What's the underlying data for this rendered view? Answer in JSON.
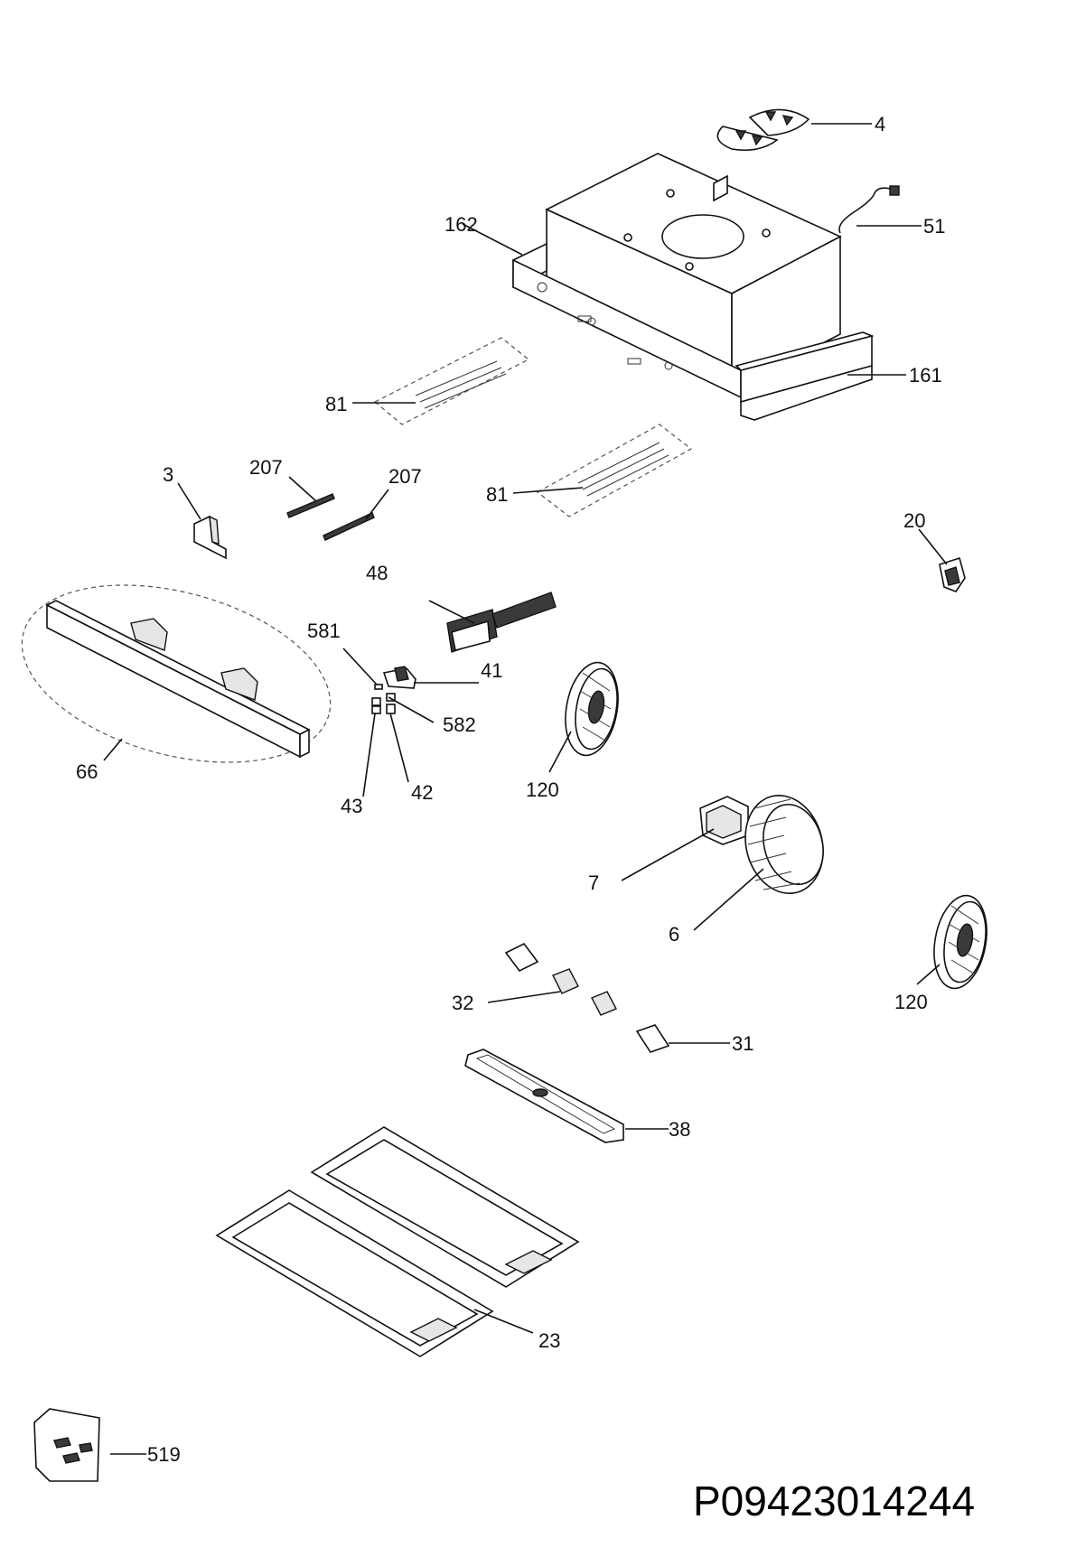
{
  "document_code": "P09423014244",
  "parts": [
    {
      "id": "p4",
      "label": "4"
    },
    {
      "id": "p51",
      "label": "51"
    },
    {
      "id": "p162",
      "label": "162"
    },
    {
      "id": "p161",
      "label": "161"
    },
    {
      "id": "p81a",
      "label": "81"
    },
    {
      "id": "p81b",
      "label": "81"
    },
    {
      "id": "p3",
      "label": "3"
    },
    {
      "id": "p207a",
      "label": "207"
    },
    {
      "id": "p207b",
      "label": "207"
    },
    {
      "id": "p20",
      "label": "20"
    },
    {
      "id": "p48",
      "label": "48"
    },
    {
      "id": "p581",
      "label": "581"
    },
    {
      "id": "p41",
      "label": "41"
    },
    {
      "id": "p582",
      "label": "582"
    },
    {
      "id": "p66",
      "label": "66"
    },
    {
      "id": "p43",
      "label": "43"
    },
    {
      "id": "p42",
      "label": "42"
    },
    {
      "id": "p120a",
      "label": "120"
    },
    {
      "id": "p7",
      "label": "7"
    },
    {
      "id": "p6",
      "label": "6"
    },
    {
      "id": "p120b",
      "label": "120"
    },
    {
      "id": "p32",
      "label": "32"
    },
    {
      "id": "p31",
      "label": "31"
    },
    {
      "id": "p38",
      "label": "38"
    },
    {
      "id": "p23",
      "label": "23"
    },
    {
      "id": "p519",
      "label": "519"
    }
  ]
}
